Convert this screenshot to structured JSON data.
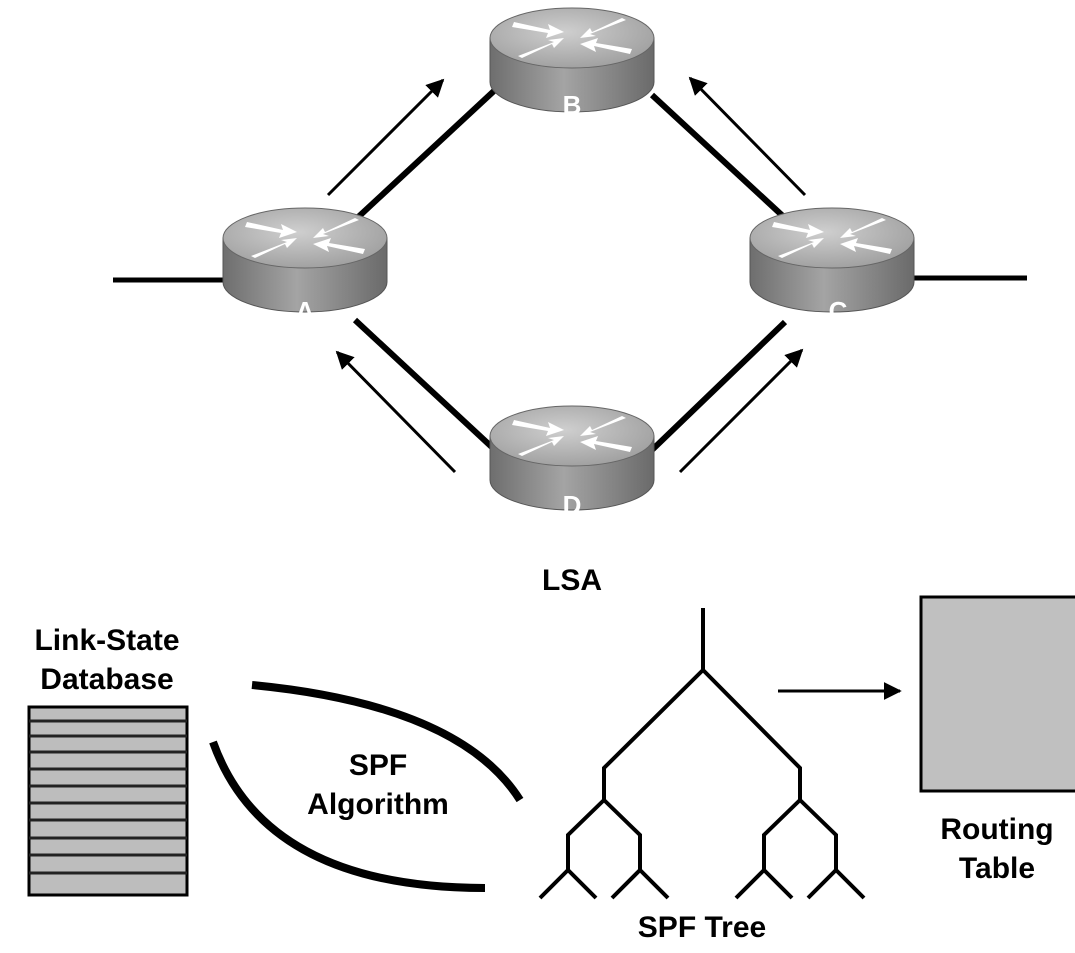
{
  "routers": {
    "a": "A",
    "b": "B",
    "c": "C",
    "d": "D"
  },
  "lsa_label": "LSA",
  "database": {
    "line1": "Link-State",
    "line2": "Database"
  },
  "algorithm": {
    "line1": "SPF",
    "line2": "Algorithm"
  },
  "tree_label": "SPF Tree",
  "routing_table": {
    "line1": "Routing",
    "line2": "Table"
  },
  "colors": {
    "router_body": "#8a8a8a",
    "router_top": "#b2b2b2",
    "database_rows": "#bdbdbd",
    "routing_table_fill": "#c0c0c0",
    "line": "#000000"
  }
}
